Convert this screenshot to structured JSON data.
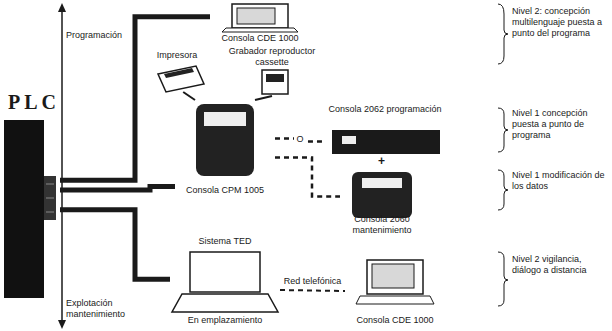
{
  "diagram": {
    "nodes": [
      {
        "text": [
          "P L C"
        ]
      },
      {
        "text": [
          "Consola CDE 1000"
        ]
      },
      {
        "text": [
          "Impresora"
        ]
      },
      {
        "text": [
          "Grabador reproductor cassette"
        ]
      },
      {
        "text": [
          "Consola 2062 programación"
        ]
      },
      {
        "text": [
          "Consola CPM 1005"
        ]
      },
      {
        "text": [
          "Consola 2060 mantenimiento"
        ]
      },
      {
        "text": [
          "Sistema TED",
          "En emplazamiento"
        ]
      },
      {
        "text": [
          "Consola CDE 1000"
        ]
      }
    ],
    "edges": [
      {
        "from": 0,
        "to": 1,
        "arrow": "none"
      },
      {
        "from": 0,
        "to": 5,
        "arrow": "none"
      },
      {
        "from": 0,
        "to": 7,
        "arrow": "none"
      },
      {
        "from": 2,
        "to": 5,
        "arrow": "none"
      },
      {
        "from": 3,
        "to": 5,
        "arrow": "none"
      },
      {
        "from": 5,
        "to": 4,
        "label": "O",
        "arrow": "none"
      },
      {
        "from": 5,
        "to": 6,
        "arrow": "none"
      },
      {
        "from": 7,
        "to": 8,
        "label": "Red telefónica",
        "arrow": "none"
      }
    ],
    "labels": [
      "Programación",
      "Explotación mantenimiento",
      "+",
      "Nivel 2: concepción multilenguaje puesta a punto del programa",
      "Nivel 1 concepción puesta a punto de programa",
      "Nivel 1 modificación de los datos",
      "Nivel 2 vigilancia, diálogo a distancia"
    ]
  }
}
